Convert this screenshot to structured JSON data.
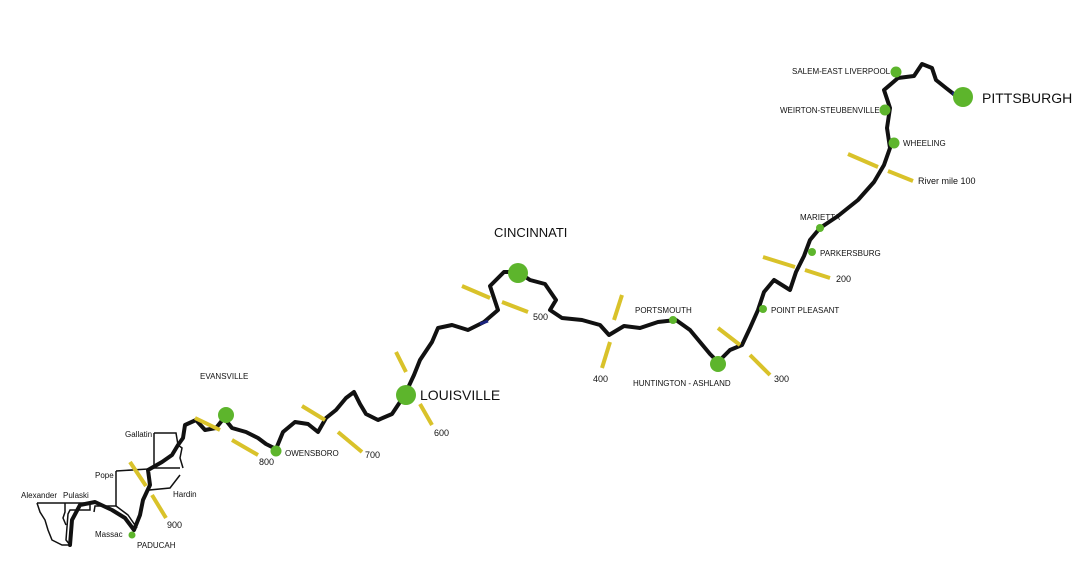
{
  "colors": {
    "river": "#111111",
    "city": "#5db52c",
    "mile_marker": "#d9c22a",
    "river_accent": "#1a237e"
  },
  "cities": [
    {
      "id": "pittsburgh",
      "name": "PITTSBURGH",
      "size": "large"
    },
    {
      "id": "salem",
      "name": "SALEM-EAST LIVERPOOL",
      "size": "small"
    },
    {
      "id": "weirton",
      "name": "WEIRTON-STEUBENVILLE",
      "size": "small"
    },
    {
      "id": "wheeling",
      "name": "WHEELING",
      "size": "small"
    },
    {
      "id": "marietta",
      "name": "MARIETTA",
      "size": "small"
    },
    {
      "id": "parkersburg",
      "name": "PARKERSBURG",
      "size": "small"
    },
    {
      "id": "pointpleasant",
      "name": "POINT PLEASANT",
      "size": "small"
    },
    {
      "id": "huntington",
      "name": "HUNTINGTON - ASHLAND",
      "size": "medium"
    },
    {
      "id": "portsmouth",
      "name": "PORTSMOUTH",
      "size": "small"
    },
    {
      "id": "cincinnati",
      "name": "CINCINNATI",
      "size": "large"
    },
    {
      "id": "louisville",
      "name": "LOUISVILLE",
      "size": "large"
    },
    {
      "id": "evansville",
      "name": "EVANSVILLE",
      "size": "medium"
    },
    {
      "id": "owensboro",
      "name": "OWENSBORO",
      "size": "small"
    },
    {
      "id": "paducah",
      "name": "PADUCAH",
      "size": "small"
    }
  ],
  "mile_markers": [
    {
      "mile": 100,
      "label": "River mile 100"
    },
    {
      "mile": 200,
      "label": "200"
    },
    {
      "mile": 300,
      "label": "300"
    },
    {
      "mile": 400,
      "label": "400"
    },
    {
      "mile": 500,
      "label": "500"
    },
    {
      "mile": 600,
      "label": "600"
    },
    {
      "mile": 700,
      "label": "700"
    },
    {
      "mile": 800,
      "label": "800"
    },
    {
      "mile": 900,
      "label": "900"
    }
  ],
  "counties": [
    "Gallatin",
    "Pope",
    "Hardin",
    "Alexander",
    "Pulaski",
    "Massac"
  ]
}
